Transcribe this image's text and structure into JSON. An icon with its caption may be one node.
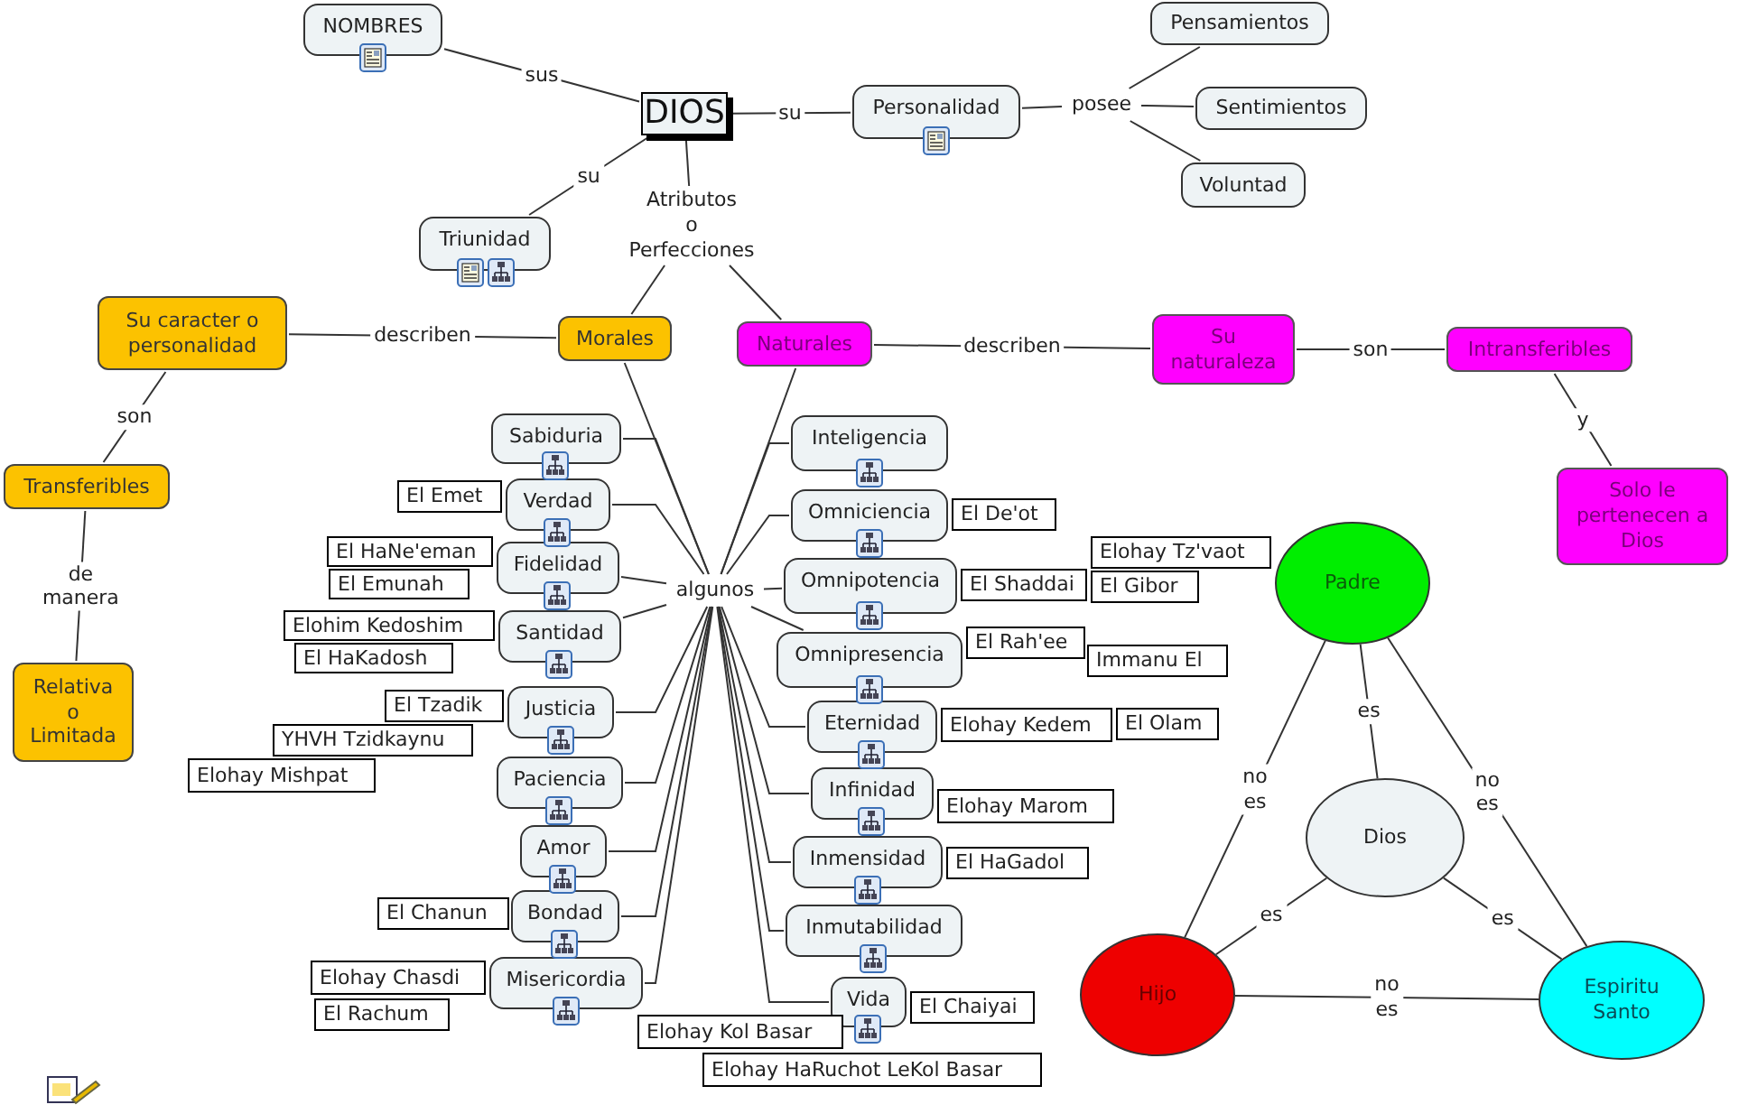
{
  "diagram": {
    "nodes": [
      {
        "text": [
          "DIOS"
        ]
      },
      {
        "text": [
          "NOMBRES"
        ]
      },
      {
        "text": [
          "Personalidad"
        ]
      },
      {
        "text": [
          "Pensamientos"
        ]
      },
      {
        "text": [
          "Sentimientos"
        ]
      },
      {
        "text": [
          "Voluntad"
        ]
      },
      {
        "text": [
          "posee"
        ]
      },
      {
        "text": [
          "Triunidad"
        ]
      },
      {
        "text": [
          "Atributos o Perfecciones"
        ]
      },
      {
        "text": [
          "Su caracter o personalidad"
        ]
      },
      {
        "text": [
          "Morales"
        ]
      },
      {
        "text": [
          "Naturales"
        ]
      },
      {
        "text": [
          "Su naturaleza"
        ]
      },
      {
        "text": [
          "Intransferibles"
        ]
      },
      {
        "text": [
          "Transferibles"
        ]
      },
      {
        "text": [
          "Solo le pertenecen a Dios"
        ]
      },
      {
        "text": [
          "Relativa o Limitada"
        ]
      },
      {
        "text": [
          "algunos"
        ]
      },
      {
        "text": [
          "Sabiduria"
        ]
      },
      {
        "text": [
          "Verdad"
        ]
      },
      {
        "text": [
          "Fidelidad"
        ]
      },
      {
        "text": [
          "Santidad"
        ]
      },
      {
        "text": [
          "Justicia"
        ]
      },
      {
        "text": [
          "Paciencia"
        ]
      },
      {
        "text": [
          "Amor"
        ]
      },
      {
        "text": [
          "Bondad"
        ]
      },
      {
        "text": [
          "Misericordia"
        ]
      },
      {
        "text": [
          "Inteligencia"
        ]
      },
      {
        "text": [
          "Omniciencia"
        ]
      },
      {
        "text": [
          "Omnipotencia"
        ]
      },
      {
        "text": [
          "Omnipresencia"
        ]
      },
      {
        "text": [
          "Eternidad"
        ]
      },
      {
        "text": [
          "Infinidad"
        ]
      },
      {
        "text": [
          "Inmensidad"
        ]
      },
      {
        "text": [
          "Inmutabilidad"
        ]
      },
      {
        "text": [
          "Vida"
        ]
      },
      {
        "text": [
          "Padre"
        ]
      },
      {
        "text": [
          "Dios"
        ]
      },
      {
        "text": [
          "Hijo"
        ]
      },
      {
        "text": [
          "Espiritu Santo"
        ]
      },
      {
        "text": [
          "El Emet"
        ]
      },
      {
        "text": [
          "El De'ot"
        ]
      },
      {
        "text": [
          "Elohay Tz'vaot"
        ]
      },
      {
        "text": [
          "El HaNe'eman"
        ]
      },
      {
        "text": [
          "El Emunah"
        ]
      },
      {
        "text": [
          "El Shaddai"
        ]
      },
      {
        "text": [
          "El Gibor"
        ]
      },
      {
        "text": [
          "Elohim Kedoshim"
        ]
      },
      {
        "text": [
          "El Rah'ee"
        ]
      },
      {
        "text": [
          "El HaKadosh"
        ]
      },
      {
        "text": [
          "Immanu El"
        ]
      },
      {
        "text": [
          "El Tzadik"
        ]
      },
      {
        "text": [
          "Elohay Kedem"
        ]
      },
      {
        "text": [
          "El Olam"
        ]
      },
      {
        "text": [
          "YHVH Tzidkaynu"
        ]
      },
      {
        "text": [
          "Elohay Mishpat"
        ]
      },
      {
        "text": [
          "Elohay Marom"
        ]
      },
      {
        "text": [
          "El HaGadol"
        ]
      },
      {
        "text": [
          "El Chanun"
        ]
      },
      {
        "text": [
          "Elohay Chasdi"
        ]
      },
      {
        "text": [
          "El Chaiyai"
        ]
      },
      {
        "text": [
          "El Rachum"
        ]
      },
      {
        "text": [
          "Elohay Kol Basar"
        ]
      },
      {
        "text": [
          "Elohay HaRuchot LeKol Basar"
        ]
      }
    ],
    "edges": [
      {
        "from": 0,
        "to": 1,
        "arrow": "none",
        "label": "sus"
      },
      {
        "from": 0,
        "to": 2,
        "arrow": "none",
        "label": "su"
      },
      {
        "from": 0,
        "to": 7,
        "arrow": "none",
        "label": "su"
      },
      {
        "from": 0,
        "to": 8,
        "arrow": "none"
      },
      {
        "from": 2,
        "to": 6,
        "arrow": "none"
      },
      {
        "from": 6,
        "to": 3,
        "arrow": "none"
      },
      {
        "from": 6,
        "to": 4,
        "arrow": "none"
      },
      {
        "from": 6,
        "to": 5,
        "arrow": "none"
      },
      {
        "from": 8,
        "to": 10,
        "arrow": "none"
      },
      {
        "from": 8,
        "to": 11,
        "arrow": "none"
      },
      {
        "from": 10,
        "to": 9,
        "arrow": "none",
        "label": "describen"
      },
      {
        "from": 11,
        "to": 12,
        "arrow": "none",
        "label": "describen"
      },
      {
        "from": 9,
        "to": 14,
        "arrow": "none",
        "label": "son"
      },
      {
        "from": 14,
        "to": 16,
        "arrow": "none",
        "label": "de manera"
      },
      {
        "from": 12,
        "to": 13,
        "arrow": "none",
        "label": "son"
      },
      {
        "from": 13,
        "to": 15,
        "arrow": "none",
        "label": "y"
      },
      {
        "from": 10,
        "to": 17,
        "arrow": "none"
      },
      {
        "from": 11,
        "to": 17,
        "arrow": "none"
      },
      {
        "from": 17,
        "to": 18,
        "arrow": "none"
      },
      {
        "from": 17,
        "to": 19,
        "arrow": "none"
      },
      {
        "from": 17,
        "to": 20,
        "arrow": "none"
      },
      {
        "from": 17,
        "to": 21,
        "arrow": "none"
      },
      {
        "from": 17,
        "to": 22,
        "arrow": "none"
      },
      {
        "from": 17,
        "to": 23,
        "arrow": "none"
      },
      {
        "from": 17,
        "to": 24,
        "arrow": "none"
      },
      {
        "from": 17,
        "to": 25,
        "arrow": "none"
      },
      {
        "from": 17,
        "to": 26,
        "arrow": "none"
      },
      {
        "from": 17,
        "to": 27,
        "arrow": "none"
      },
      {
        "from": 17,
        "to": 28,
        "arrow": "none"
      },
      {
        "from": 17,
        "to": 29,
        "arrow": "none"
      },
      {
        "from": 17,
        "to": 30,
        "arrow": "none"
      },
      {
        "from": 17,
        "to": 31,
        "arrow": "none"
      },
      {
        "from": 17,
        "to": 32,
        "arrow": "none"
      },
      {
        "from": 17,
        "to": 33,
        "arrow": "none"
      },
      {
        "from": 17,
        "to": 34,
        "arrow": "none"
      },
      {
        "from": 17,
        "to": 35,
        "arrow": "none"
      },
      {
        "from": 36,
        "to": 37,
        "arrow": "none",
        "label": "es"
      },
      {
        "from": 38,
        "to": 37,
        "arrow": "none",
        "label": "es"
      },
      {
        "from": 39,
        "to": 37,
        "arrow": "none",
        "label": "es"
      },
      {
        "from": 36,
        "to": 38,
        "arrow": "none",
        "label": "no es"
      },
      {
        "from": 36,
        "to": 39,
        "arrow": "none",
        "label": "no es"
      },
      {
        "from": 38,
        "to": 39,
        "arrow": "none",
        "label": "no es"
      }
    ]
  }
}
